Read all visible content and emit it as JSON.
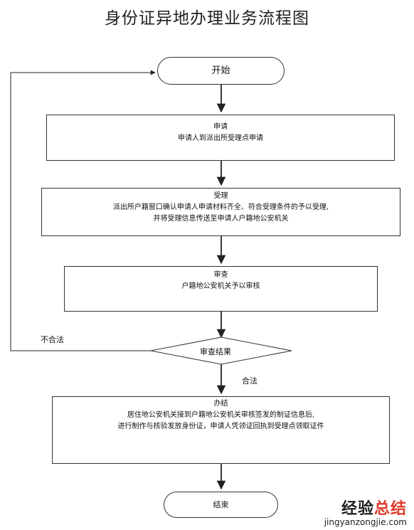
{
  "title": "身份证异地办理业务流程图",
  "nodes": {
    "start": "开始",
    "apply": {
      "title": "申请",
      "lines": [
        "申请人到派出所受理点申请"
      ]
    },
    "accept": {
      "title": "受理",
      "lines": [
        "派出所户籍窗口确认申请人申请材料齐全、符合受理条件的予以受理,",
        "并将受理信息传送至申请人户籍地公安机关"
      ]
    },
    "review": {
      "title": "审查",
      "lines": [
        "户籍地公安机关予以审核"
      ]
    },
    "decision": "审查结果",
    "finish": {
      "title": "办结",
      "lines": [
        "居住地公安机关接到户籍地公安机关审核签发的制证信息后,",
        "进行制作与核验发放身份证，申请人凭领证回执到受理点领取证件"
      ]
    },
    "end": "结束"
  },
  "edges": {
    "fail_label": "不合法",
    "pass_label": "合法"
  },
  "watermark": {
    "brand_part1": "经验",
    "brand_part2": "总结",
    "domain": "jingyanzongjie.com"
  }
}
